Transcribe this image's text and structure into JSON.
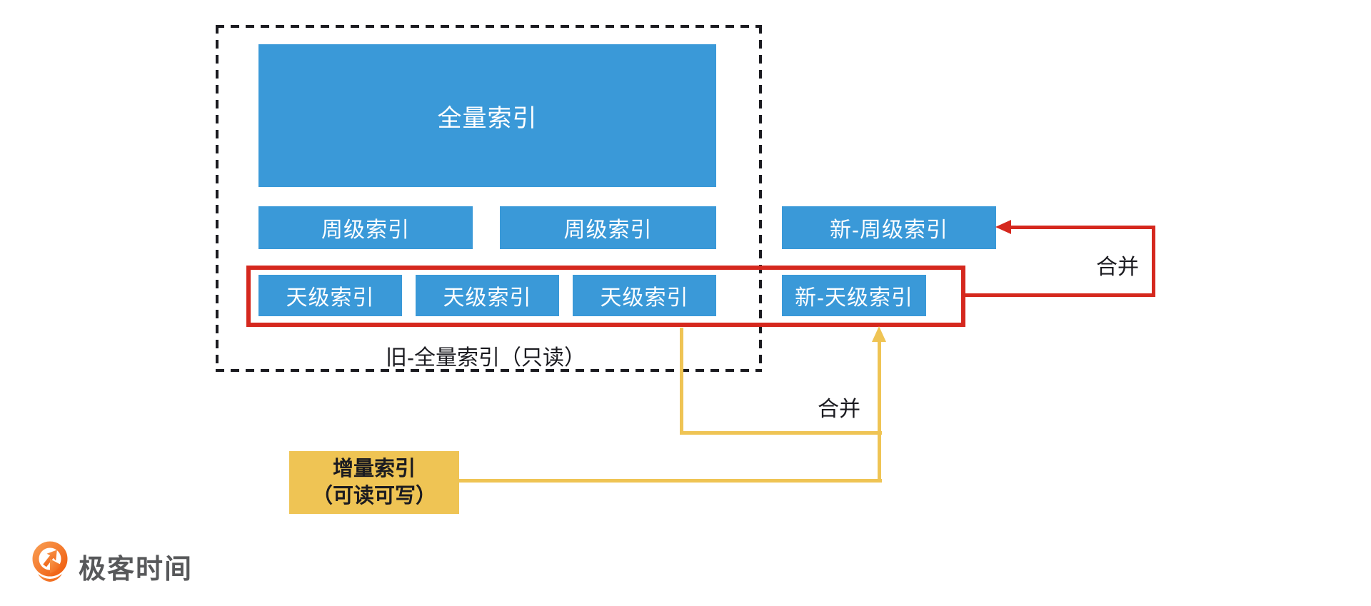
{
  "boxes": {
    "full": "全量索引",
    "week": [
      "周级索引",
      "周级索引"
    ],
    "new_week": "新-周级索引",
    "day": [
      "天级索引",
      "天级索引",
      "天级索引"
    ],
    "new_day": "新-天级索引",
    "incremental_line1": "增量索引",
    "incremental_line2": "（可读可写）"
  },
  "labels": {
    "old_full": "旧-全量索引（只读）",
    "merge_red": "合并",
    "merge_yellow": "合并"
  },
  "footer": {
    "brand": "极客时间"
  },
  "colors": {
    "blue": "#3A99D8",
    "red": "#D5281E",
    "yellow": "#EFC454",
    "ink": "#1B1B20",
    "logo_text": "#57585A",
    "logo_orange": "#F4711C"
  }
}
